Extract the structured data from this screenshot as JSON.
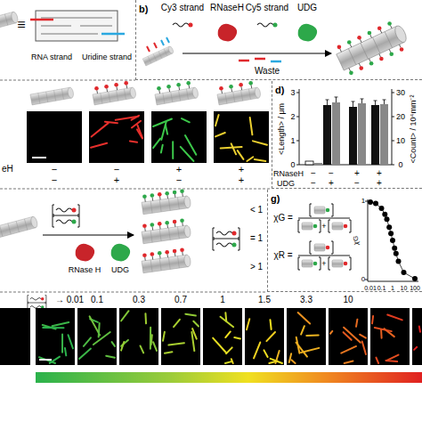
{
  "diagram": {
    "nodes": [
      {
        "text": [
          "b)"
        ]
      },
      {
        "text": [
          "d)"
        ]
      },
      {
        "text": [
          "g)"
        ]
      }
    ],
    "labels": [
      "≡",
      "RNA strand",
      "Uridine strand",
      "Cy3 strand",
      "RNaseH",
      "Cy5 strand",
      "UDG",
      "Waste",
      "eH",
      "−",
      "−",
      "+",
      "+",
      "−",
      "+",
      "−",
      "+",
      "<Length> / μm",
      "<Count> / 10⁴mm⁻²",
      "0",
      "1",
      "2",
      "3",
      "0",
      "10",
      "20",
      "30",
      "RNaseH",
      "UDG",
      "−",
      "−",
      "+",
      "+",
      "−",
      "+",
      "−",
      "+",
      "RNase H",
      "UDG",
      "< 1",
      "= 1",
      "> 1",
      "χG =",
      "χR =",
      "χG",
      "1",
      "0",
      "0.01",
      "0.1",
      "1",
      "10",
      "100",
      "→ 0.01",
      "0.1",
      "0.3",
      "0.7",
      "1",
      "1.5",
      "3.3",
      "10",
      "+",
      "+"
    ]
  }
}
